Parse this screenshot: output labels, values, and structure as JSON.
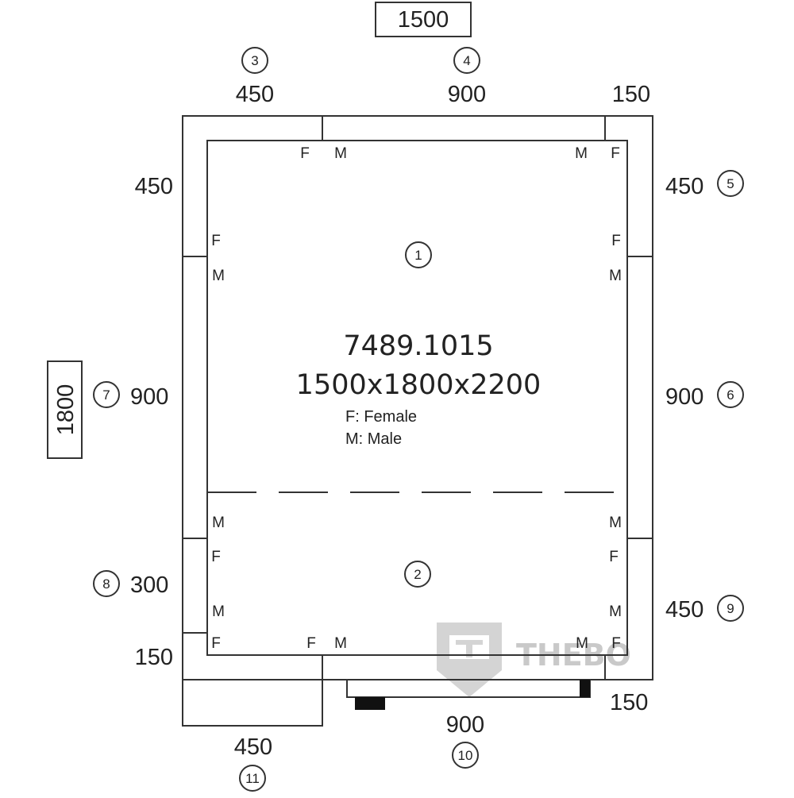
{
  "model_code": "7489.1015",
  "dimensions": "1500x1800x2200",
  "legend": {
    "female": "F: Female",
    "male": "M: Male"
  },
  "overall": {
    "width": "1500",
    "depth": "1800"
  },
  "panels": {
    "p1": "1",
    "p2": "2",
    "p3": "3",
    "p4": "4",
    "p5": "5",
    "p6": "6",
    "p7": "7",
    "p8": "8",
    "p9": "9",
    "p10": "10",
    "p11": "11"
  },
  "panel_sizes": {
    "p3": "450",
    "p4": "900",
    "top_right": "150",
    "p5": "450",
    "top_left_side": "450",
    "p6": "900",
    "p7": "900",
    "p8": "300",
    "bottom_left_side": "150",
    "p9": "450",
    "bottom_right": "150",
    "p10": "900",
    "p11": "450"
  },
  "connectors": {
    "female": "F",
    "male": "M"
  },
  "watermark": "THEBO",
  "colors": {
    "line": "#333333",
    "watermark": "#c9c9c9"
  }
}
